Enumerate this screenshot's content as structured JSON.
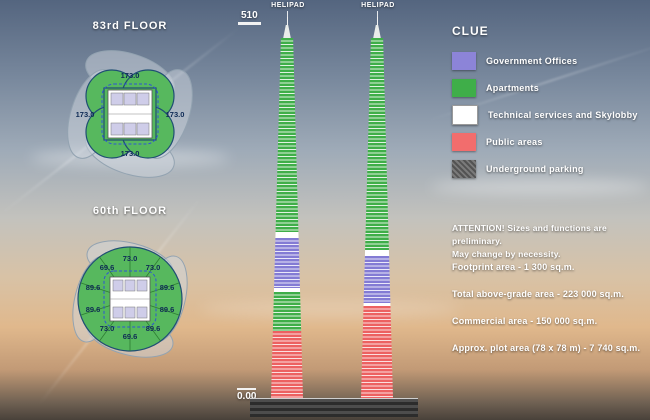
{
  "legend": {
    "title": "CLUE",
    "items": [
      {
        "label": "Government Offices",
        "color": "#8c84d8",
        "key": "government"
      },
      {
        "label": "Apartments",
        "color": "#3fae49",
        "key": "apartments"
      },
      {
        "label": "Technical services and Skylobby",
        "color": "#ffffff",
        "key": "technical"
      },
      {
        "label": "Public areas",
        "color": "#f26d6d",
        "key": "public"
      },
      {
        "label": "Underground parking",
        "color": "#6f6f6f",
        "key": "underground"
      }
    ]
  },
  "notes": {
    "attention_line1": "ATTENTION! Sizes and functions are preliminary.",
    "attention_line2": "May change by necessity."
  },
  "stats": [
    "Footprint area - 1 300 sq.m.",
    "Total above-grade area - 223 000 sq.m.",
    "Commercial area - 150 000 sq.m.",
    "Approx. plot area (78 x 78 m) - 7 740 sq.m."
  ],
  "plans": [
    {
      "title": "83rd FLOOR",
      "labels": [
        "173.0",
        "173.0",
        "173.0",
        "173.0"
      ]
    },
    {
      "title": "60th FLOOR",
      "labels": [
        "73.0",
        "73.0",
        "89.6",
        "89.6",
        "89.6",
        "69.6",
        "73.0",
        "89.6",
        "89.6",
        "69.6"
      ]
    }
  ],
  "elevation": {
    "top_label": "510",
    "ground_label": "0.00",
    "helipad_label": "HELIPAD",
    "towers": [
      {
        "name": "tower-left",
        "segments": [
          {
            "use": "apartments",
            "pct": 54
          },
          {
            "use": "technical",
            "pct": 1.5
          },
          {
            "use": "government",
            "pct": 14
          },
          {
            "use": "technical",
            "pct": 1
          },
          {
            "use": "apartments",
            "pct": 11
          },
          {
            "use": "public",
            "pct": 18.5
          }
        ]
      },
      {
        "name": "tower-right",
        "segments": [
          {
            "use": "apartments",
            "pct": 59
          },
          {
            "use": "technical",
            "pct": 1.5
          },
          {
            "use": "government",
            "pct": 13
          },
          {
            "use": "technical",
            "pct": 1
          },
          {
            "use": "public",
            "pct": 25.5
          }
        ]
      }
    ]
  }
}
